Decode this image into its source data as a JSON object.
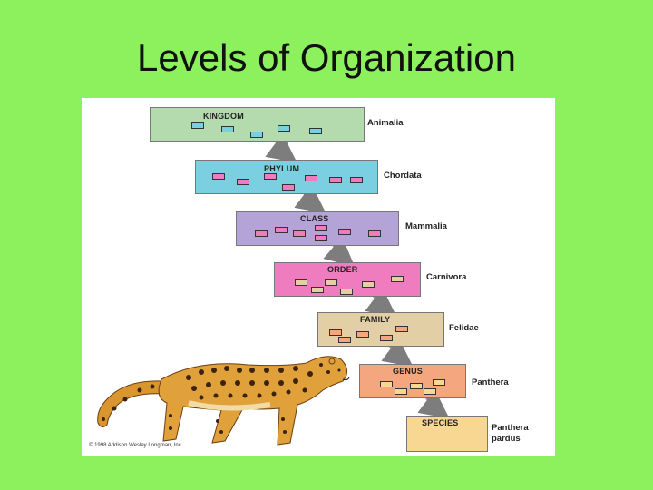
{
  "slide": {
    "title": "Levels of Organization"
  },
  "levels": [
    {
      "name": "KINGDOM",
      "taxon": "Animalia",
      "color": "#b3dbad"
    },
    {
      "name": "PHYLUM",
      "taxon": "Chordata",
      "color": "#7ccfe0"
    },
    {
      "name": "CLASS",
      "taxon": "Mammalia",
      "color": "#b3a3d6"
    },
    {
      "name": "ORDER",
      "taxon": "Carnivora",
      "color": "#ef7cbf"
    },
    {
      "name": "FAMILY",
      "taxon": "Felidae",
      "color": "#e3cfa5"
    },
    {
      "name": "GENUS",
      "taxon": "Panthera",
      "color": "#f4a77e"
    },
    {
      "name": "SPECIES",
      "taxon": "Panthera pardus",
      "color": "#f8d793"
    }
  ],
  "copyright": "© 1998 Addison Wesley Longman, Inc."
}
